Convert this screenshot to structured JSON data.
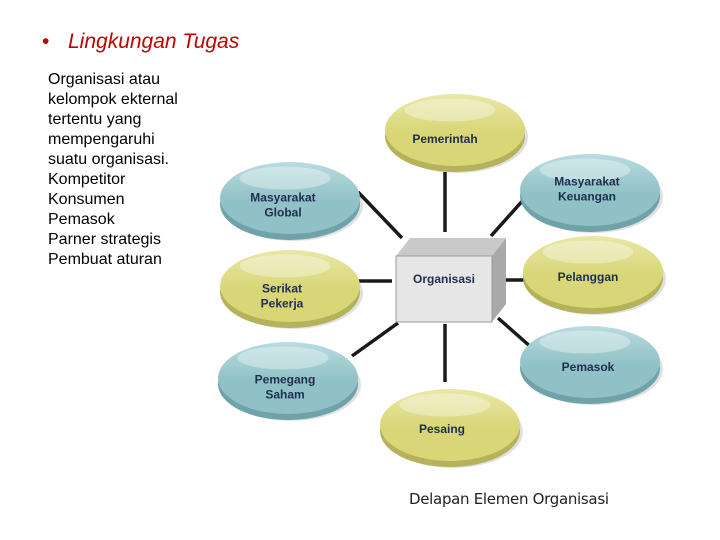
{
  "heading": {
    "bullet": "•",
    "title": "Lingkungan Tugas"
  },
  "body": {
    "lines": [
      "Organisasi atau",
      "kelompok ekternal",
      "tertentu yang",
      "mempengaruhi",
      "suatu organisasi.",
      "Kompetitor",
      "Konsumen",
      "Pemasok",
      "Parner strategis",
      "Pembuat aturan"
    ]
  },
  "diagram": {
    "center": {
      "label": "Organisasi"
    },
    "nodes": [
      {
        "id": "pemerintah",
        "lines": [
          "Pemerintah"
        ],
        "color": "yellow"
      },
      {
        "id": "masyarakat-keuangan",
        "lines": [
          "Masyarakat",
          "Keuangan"
        ],
        "color": "blue"
      },
      {
        "id": "pelanggan",
        "lines": [
          "Pelanggan"
        ],
        "color": "yellow"
      },
      {
        "id": "pemasok",
        "lines": [
          "Pemasok"
        ],
        "color": "blue"
      },
      {
        "id": "pesaing",
        "lines": [
          "Pesaing"
        ],
        "color": "yellow"
      },
      {
        "id": "pemegang-saham",
        "lines": [
          "Pemegang",
          "Saham"
        ],
        "color": "blue"
      },
      {
        "id": "serikat-pekerja",
        "lines": [
          "Serikat",
          "Pekerja"
        ],
        "color": "yellow"
      },
      {
        "id": "masyarakat-global",
        "lines": [
          "Masyarakat",
          "Global"
        ],
        "color": "blue"
      }
    ],
    "colors": {
      "yellow_fill": "#d8d676",
      "yellow_top": "#e9e7a6",
      "blue_fill": "#8fc1c6",
      "blue_top": "#b9dcdf",
      "text": "#1f2e4e",
      "connector": "#1a1a1a",
      "box_front": "#e6e6e6",
      "box_top": "#c9c9c9",
      "box_side": "#a9a9a9"
    }
  },
  "caption": "Delapan Elemen Organisasi"
}
